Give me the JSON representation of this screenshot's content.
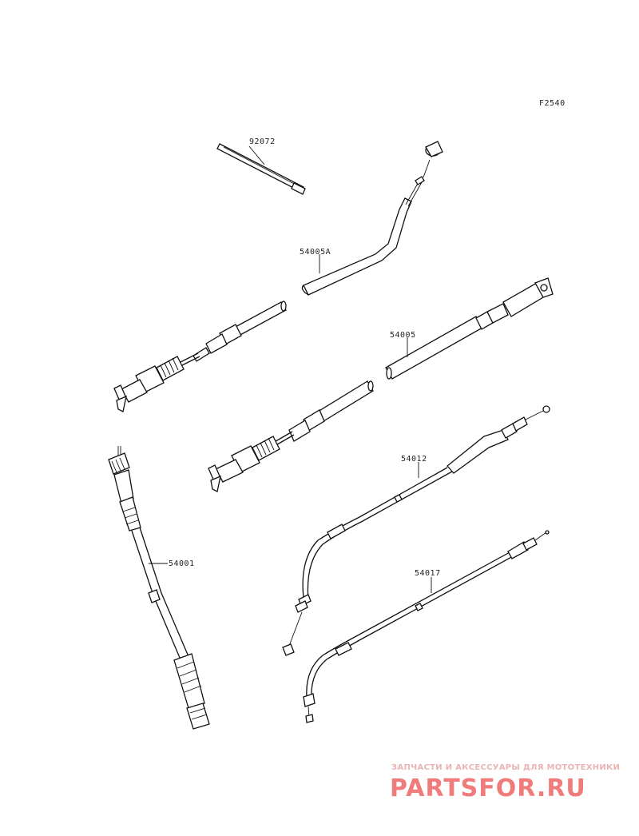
{
  "figure_code": "F2540",
  "callouts": [
    {
      "id": "92072",
      "text": "92072"
    },
    {
      "id": "54005A",
      "text": "54005A"
    },
    {
      "id": "54005",
      "text": "54005"
    },
    {
      "id": "54012",
      "text": "54012"
    },
    {
      "id": "54001",
      "text": "54001"
    },
    {
      "id": "54017",
      "text": "54017"
    }
  ],
  "watermark": {
    "tagline": "ЗАПЧАСТИ И АКСЕССУАРЫ ДЛЯ МОТОТЕХНИКИ",
    "logo": "PARTSFOR.RU",
    "color": "#f07b7b"
  }
}
